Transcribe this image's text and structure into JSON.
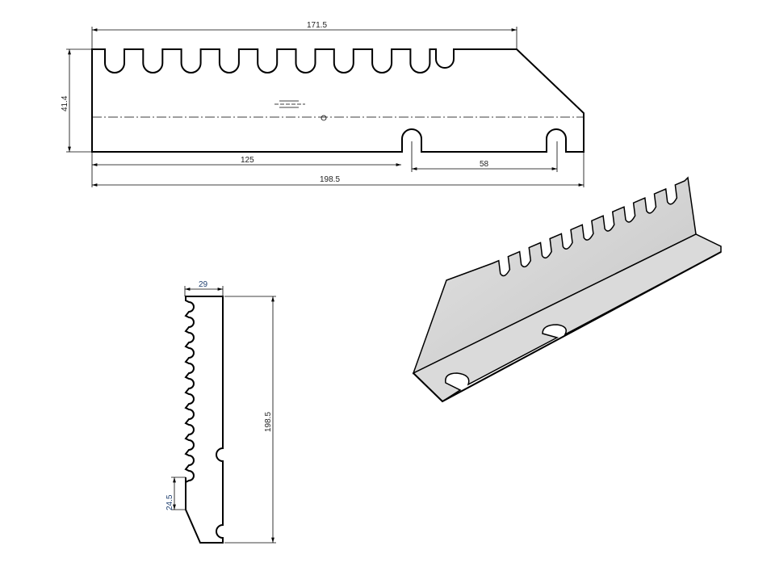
{
  "front_view": {
    "dim_top_length": "171.5",
    "dim_height": "41.4",
    "dim_slot_offset": "125",
    "dim_slot_spacing": "58",
    "dim_total_length": "198.5"
  },
  "side_view": {
    "dim_width": "29",
    "dim_length": "198.5",
    "dim_bevel": "24.5"
  },
  "colors": {
    "line": "#000000",
    "part_fill": "#d4d4d4",
    "dim_text_blue": "#1f3f6f"
  }
}
